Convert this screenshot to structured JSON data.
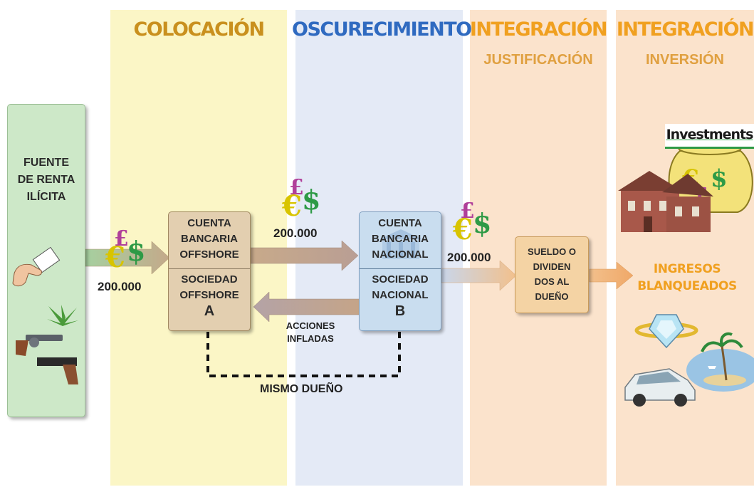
{
  "columns": {
    "colocacion": {
      "title": "COLOCACIÓN",
      "color": "#fbf6c6",
      "title_color": "#c9901e"
    },
    "oscurecimiento": {
      "title": "OSCURECIMIENTO",
      "color": "#e4eaf6",
      "title_color": "#2f6ac0"
    },
    "integracion_1": {
      "title": "INTEGRACIÓN",
      "subtitle": "JUSTIFICACIÓN",
      "color": "#fbe3cc",
      "title_color": "#f0a020"
    },
    "integracion_2": {
      "title": "INTEGRACIÓN",
      "subtitle": "INVERSIÓN",
      "color": "#fbe3cc",
      "title_color": "#f0a020"
    }
  },
  "source": {
    "line1": "FUENTE",
    "line2": "DE RENTA",
    "line3": "ILÍCITA",
    "color": "#cde8c8"
  },
  "offshore": {
    "account_line1": "CUENTA",
    "account_line2": "BANCARIA",
    "account_line3": "OFFSHORE",
    "company_line1": "SOCIEDAD",
    "company_line2": "OFFSHORE",
    "letter": "A",
    "color": "#e3cfb0"
  },
  "nacional": {
    "account_line1": "CUENTA",
    "account_line2": "BANCARIA",
    "account_line3": "NACIONAL",
    "company_line1": "SOCIEDAD",
    "company_line2": "NACIONAL",
    "letter": "B",
    "color": "#c9ddef"
  },
  "salary": {
    "line1": "SUELDO O",
    "line2": "DIVIDEN",
    "line3": "DOS AL",
    "line4": "DUEÑO",
    "color": "#f4d3a4"
  },
  "income": {
    "line1": "INGRESOS",
    "line2": "BLANQUEADOS"
  },
  "amounts": {
    "a1": "200.000",
    "a2": "200.000",
    "a3": "200.000"
  },
  "inflated": {
    "line1": "ACCIONES",
    "line2": "INFLADAS"
  },
  "owner": "MISMO DUEÑO",
  "investments_sign": "Investments",
  "currency": {
    "pound": "£",
    "euro": "€",
    "dollar": "$"
  },
  "icons": [
    "money-bag-icon",
    "house-icon",
    "diamond-ring-icon",
    "car-icon",
    "island-icon",
    "hand-envelope-icon",
    "cannabis-leaf-icon",
    "revolver-icon",
    "pistol-icon",
    "bank-icon"
  ]
}
